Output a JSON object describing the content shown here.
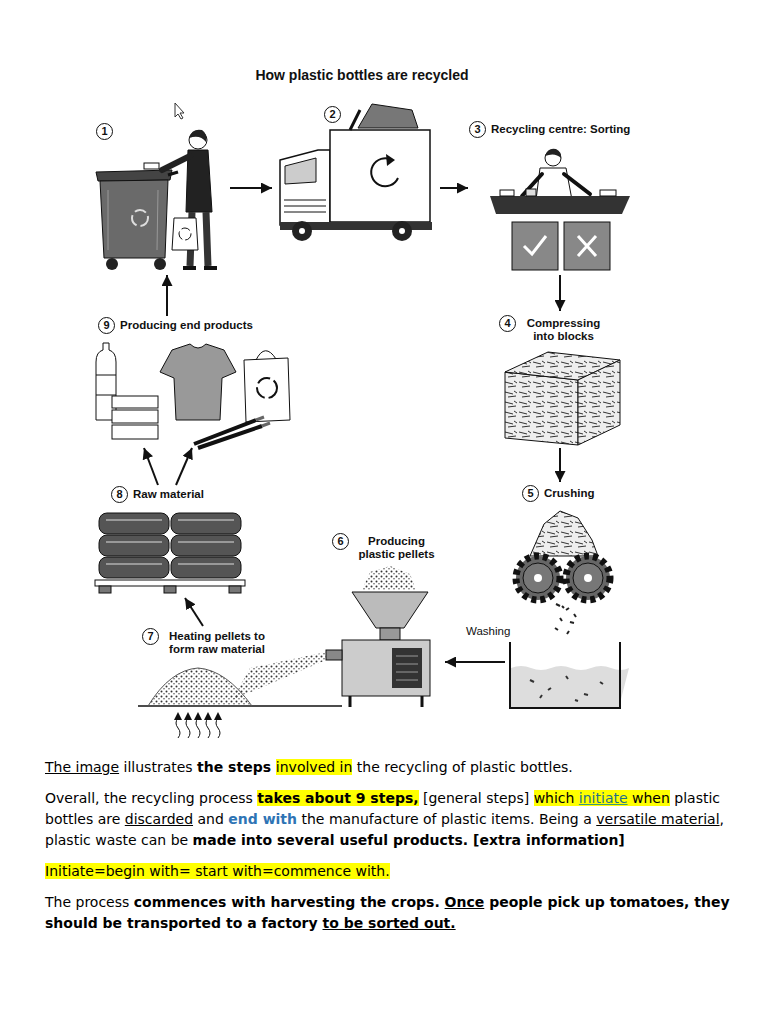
{
  "diagram": {
    "title": "How plastic bottles are recycled",
    "nodes": [
      {
        "text": [
          "1"
        ]
      },
      {
        "text": [
          "2"
        ]
      },
      {
        "text": [
          "3",
          "Recycling centre: Sorting"
        ]
      },
      {
        "text": [
          "4",
          "Compressing into blocks"
        ]
      },
      {
        "text": [
          "5",
          "Crushing"
        ]
      },
      {
        "text": [
          "6",
          "Producing plastic pellets"
        ]
      },
      {
        "text": [
          "7",
          "Heating pellets to form raw material"
        ]
      },
      {
        "text": [
          "8",
          "Raw material"
        ]
      },
      {
        "text": [
          "9",
          "Producing end products"
        ]
      }
    ],
    "edges": [
      {
        "from": 0,
        "to": 1,
        "arrow": "to"
      },
      {
        "from": 1,
        "to": 2,
        "arrow": "to"
      },
      {
        "from": 2,
        "to": 3,
        "arrow": "to"
      },
      {
        "from": 3,
        "to": 4,
        "arrow": "to"
      },
      {
        "from": 4,
        "to": 5,
        "arrow": "to"
      },
      {
        "from": 6,
        "to": 7,
        "arrow": "to"
      },
      {
        "from": 7,
        "to": 8,
        "arrow": "to"
      },
      {
        "from": 7,
        "to": 8,
        "arrow": "to"
      },
      {
        "from": 8,
        "to": 0,
        "arrow": "to"
      }
    ],
    "labels": [
      "Washing",
      "The image",
      " illustrates ",
      "the steps ",
      "involved in",
      " the recycling of plastic bottles.",
      "Overall, the recycling process ",
      "takes about 9 steps,",
      " [general steps] ",
      "which ",
      "initiate",
      " when",
      " plastic bottles are ",
      "discarded",
      " and ",
      "end with",
      " the manufacture of plastic items. Being a ",
      "versatile material",
      ", plastic waste can be ",
      "made into several useful products. [extra information]",
      "Initiate=begin with= start with=commence with.",
      "The process ",
      "commences with harvesting the crops. ",
      "Once",
      " people pick up tomatoes, they should be transported to a factory ",
      "to be sorted out."
    ]
  }
}
